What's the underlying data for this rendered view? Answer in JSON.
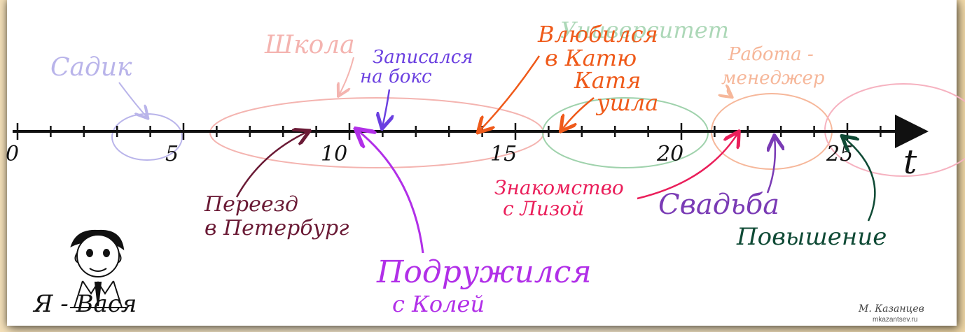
{
  "axis": {
    "ticks": [
      "0",
      "5",
      "10",
      "15",
      "20",
      "25"
    ],
    "variable": "t"
  },
  "labels": {
    "sadik": "Садик",
    "shkola": "Школа",
    "box_line1": "Записался",
    "box_line2": "на бокс",
    "univer": "Университет",
    "love_line1": "Влюбился",
    "love_line2": "в Катю",
    "left_line1": "Катя",
    "left_line2": "ушла",
    "work_line1": "Работа -",
    "work_line2": "менеджер",
    "move_line1": "Переезд",
    "move_line2": "в Петербург",
    "friends_line1": "Подружился",
    "friends_line2": "с Колей",
    "meet_line1": "Знакомство",
    "meet_line2": "с Лизой",
    "wedding": "Свадьба",
    "promotion": "Повышение",
    "vasya": "Я - Вася",
    "signature": "М. Казанцев",
    "site": "mkazantsev.ru"
  },
  "colors": {
    "sadik": "#b9b4ea",
    "shkola": "#f4b4b0",
    "box": "#6a3fe0",
    "univer": "#9fd2ac",
    "love": "#ef5a1a",
    "work": "#f6b79a",
    "move": "#6a1a35",
    "friends": "#b12fe8",
    "meet": "#ea1e5a",
    "wedding": "#7a3bb5",
    "promotion": "#0f4a35",
    "next": "#f6b2c0",
    "axis": "#111111"
  }
}
